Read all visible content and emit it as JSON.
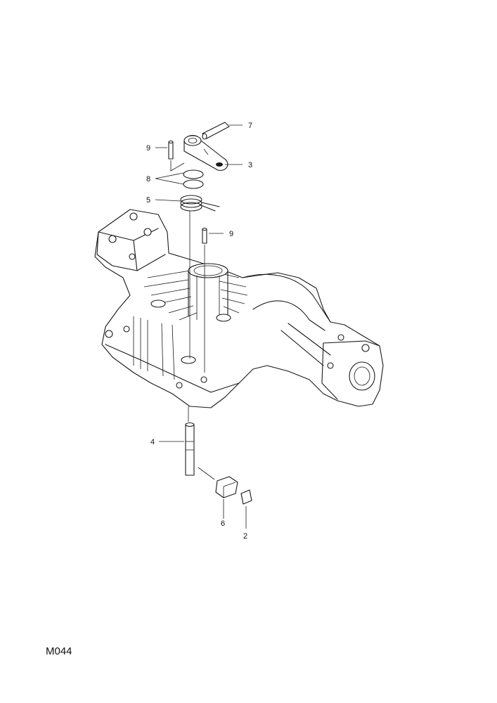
{
  "figure_code": "M044",
  "callouts": {
    "c7": "7",
    "c9_top": "9",
    "c3": "3",
    "c8": "8",
    "c5": "5",
    "c9_mid": "9",
    "c4": "4",
    "c6": "6",
    "c2": "2"
  }
}
